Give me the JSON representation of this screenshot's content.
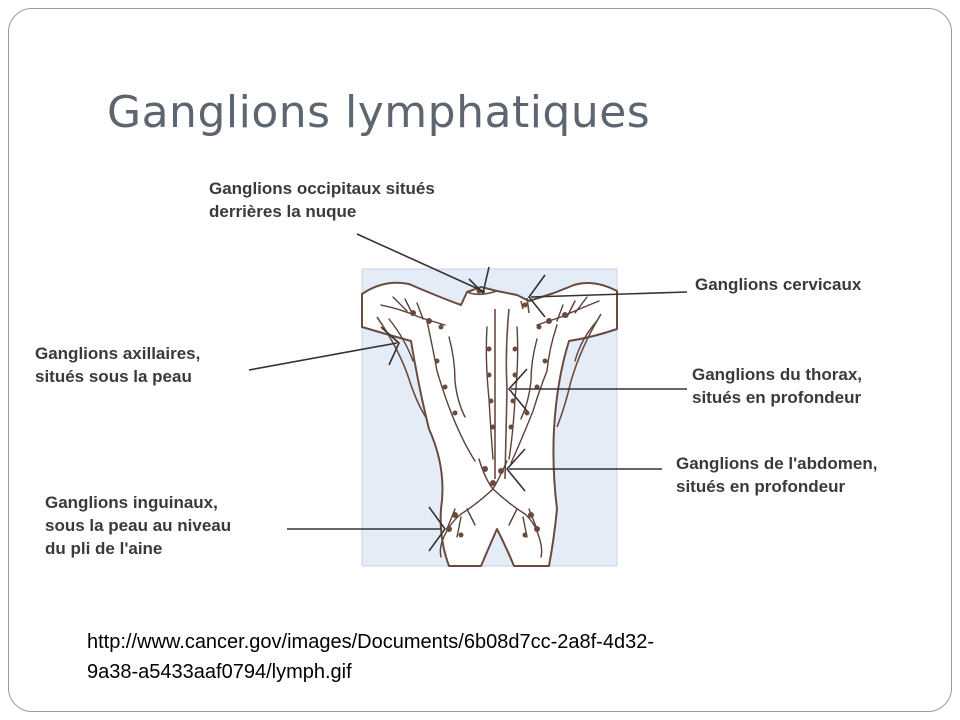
{
  "slide": {
    "title": "Ganglions lymphatiques",
    "source_url_line1": "http://www.cancer.gov/images/Documents/6b08d7cc-2a8f-4d32-",
    "source_url_line2": "9a38-a5433aaf0794/lymph.gif"
  },
  "diagram": {
    "labels": {
      "occipitaux": {
        "line1": "Ganglions occipitaux situés",
        "line2": "derrières la nuque"
      },
      "cervicaux": {
        "line1": "Ganglions cervicaux"
      },
      "axillaires": {
        "line1": "Ganglions axillaires,",
        "line2": "situés sous la peau"
      },
      "thorax": {
        "line1": "Ganglions du thorax,",
        "line2": "situés en profondeur"
      },
      "abdomen": {
        "line1": "Ganglions de l'abdomen,",
        "line2": "situés en profondeur"
      },
      "inguinaux": {
        "line1": "Ganglions inguinaux,",
        "line2": "sous la peau au niveau",
        "line3": "du pli de l'aine"
      }
    },
    "colors": {
      "panel_background": "#e4ecf7",
      "body_outline": "#6b4a3e",
      "vessels": "#5a4038",
      "leader_lines": "#333333"
    }
  }
}
